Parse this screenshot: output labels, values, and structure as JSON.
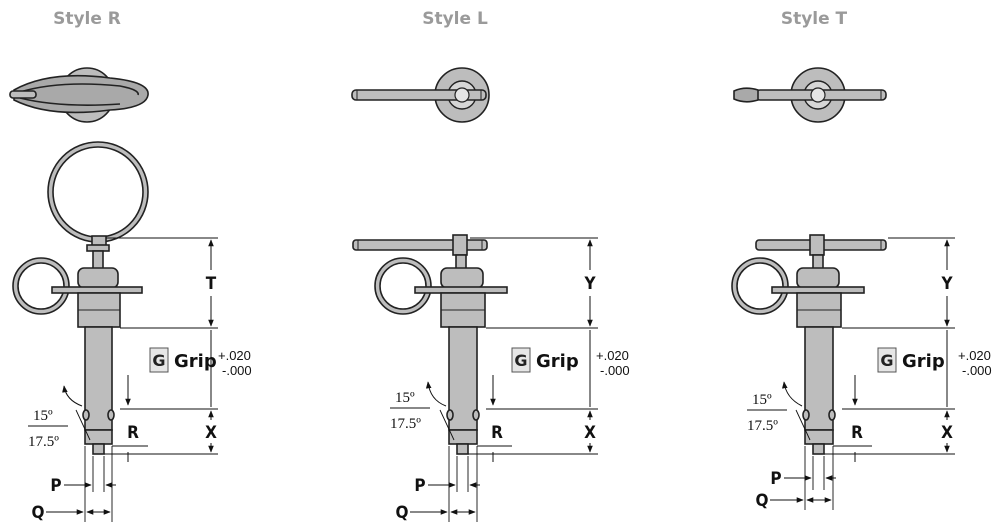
{
  "styles": [
    {
      "title": "Style R",
      "top_dim": "T"
    },
    {
      "title": "Style L",
      "top_dim": "Y"
    },
    {
      "title": "Style T",
      "top_dim": "Y"
    }
  ],
  "labels": {
    "grip_letter": "G",
    "grip_word": "Grip",
    "tol_plus": "+.020",
    "tol_minus": "-.000",
    "angle_top": "15º",
    "angle_bottom": "17.5º",
    "X": "X",
    "R": "R",
    "P": "P",
    "Q": "Q"
  },
  "colors": {
    "title": "#9a9a9a",
    "part": "#bdbdbd",
    "line": "#222222"
  }
}
